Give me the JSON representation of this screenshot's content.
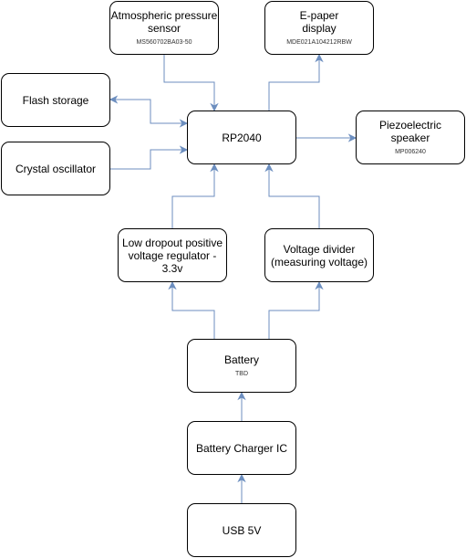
{
  "colors": {
    "edge": "#6c8ebf",
    "box_border": "#000000",
    "background": "#ffffff"
  },
  "nodes": {
    "pressure": {
      "title": "Atmospheric pressure sensor",
      "sub": "MS560702BA03-50"
    },
    "epaper": {
      "title": "E-paper display",
      "sub": "MDE021A104212RBW"
    },
    "flash": {
      "title": "Flash storage"
    },
    "crystal": {
      "title": "Crystal oscillator"
    },
    "rp2040": {
      "title": "RP2040"
    },
    "speaker": {
      "title": "Piezoelectric speaker",
      "sub": "MP006240"
    },
    "ldo": {
      "title": "Low dropout positive voltage regulator - 3.3v"
    },
    "divider": {
      "title": "Voltage divider (measuring voltage)"
    },
    "battery": {
      "title": "Battery",
      "sub": "TBD"
    },
    "charger": {
      "title": "Battery Charger IC"
    },
    "usb": {
      "title": "USB 5V"
    }
  }
}
